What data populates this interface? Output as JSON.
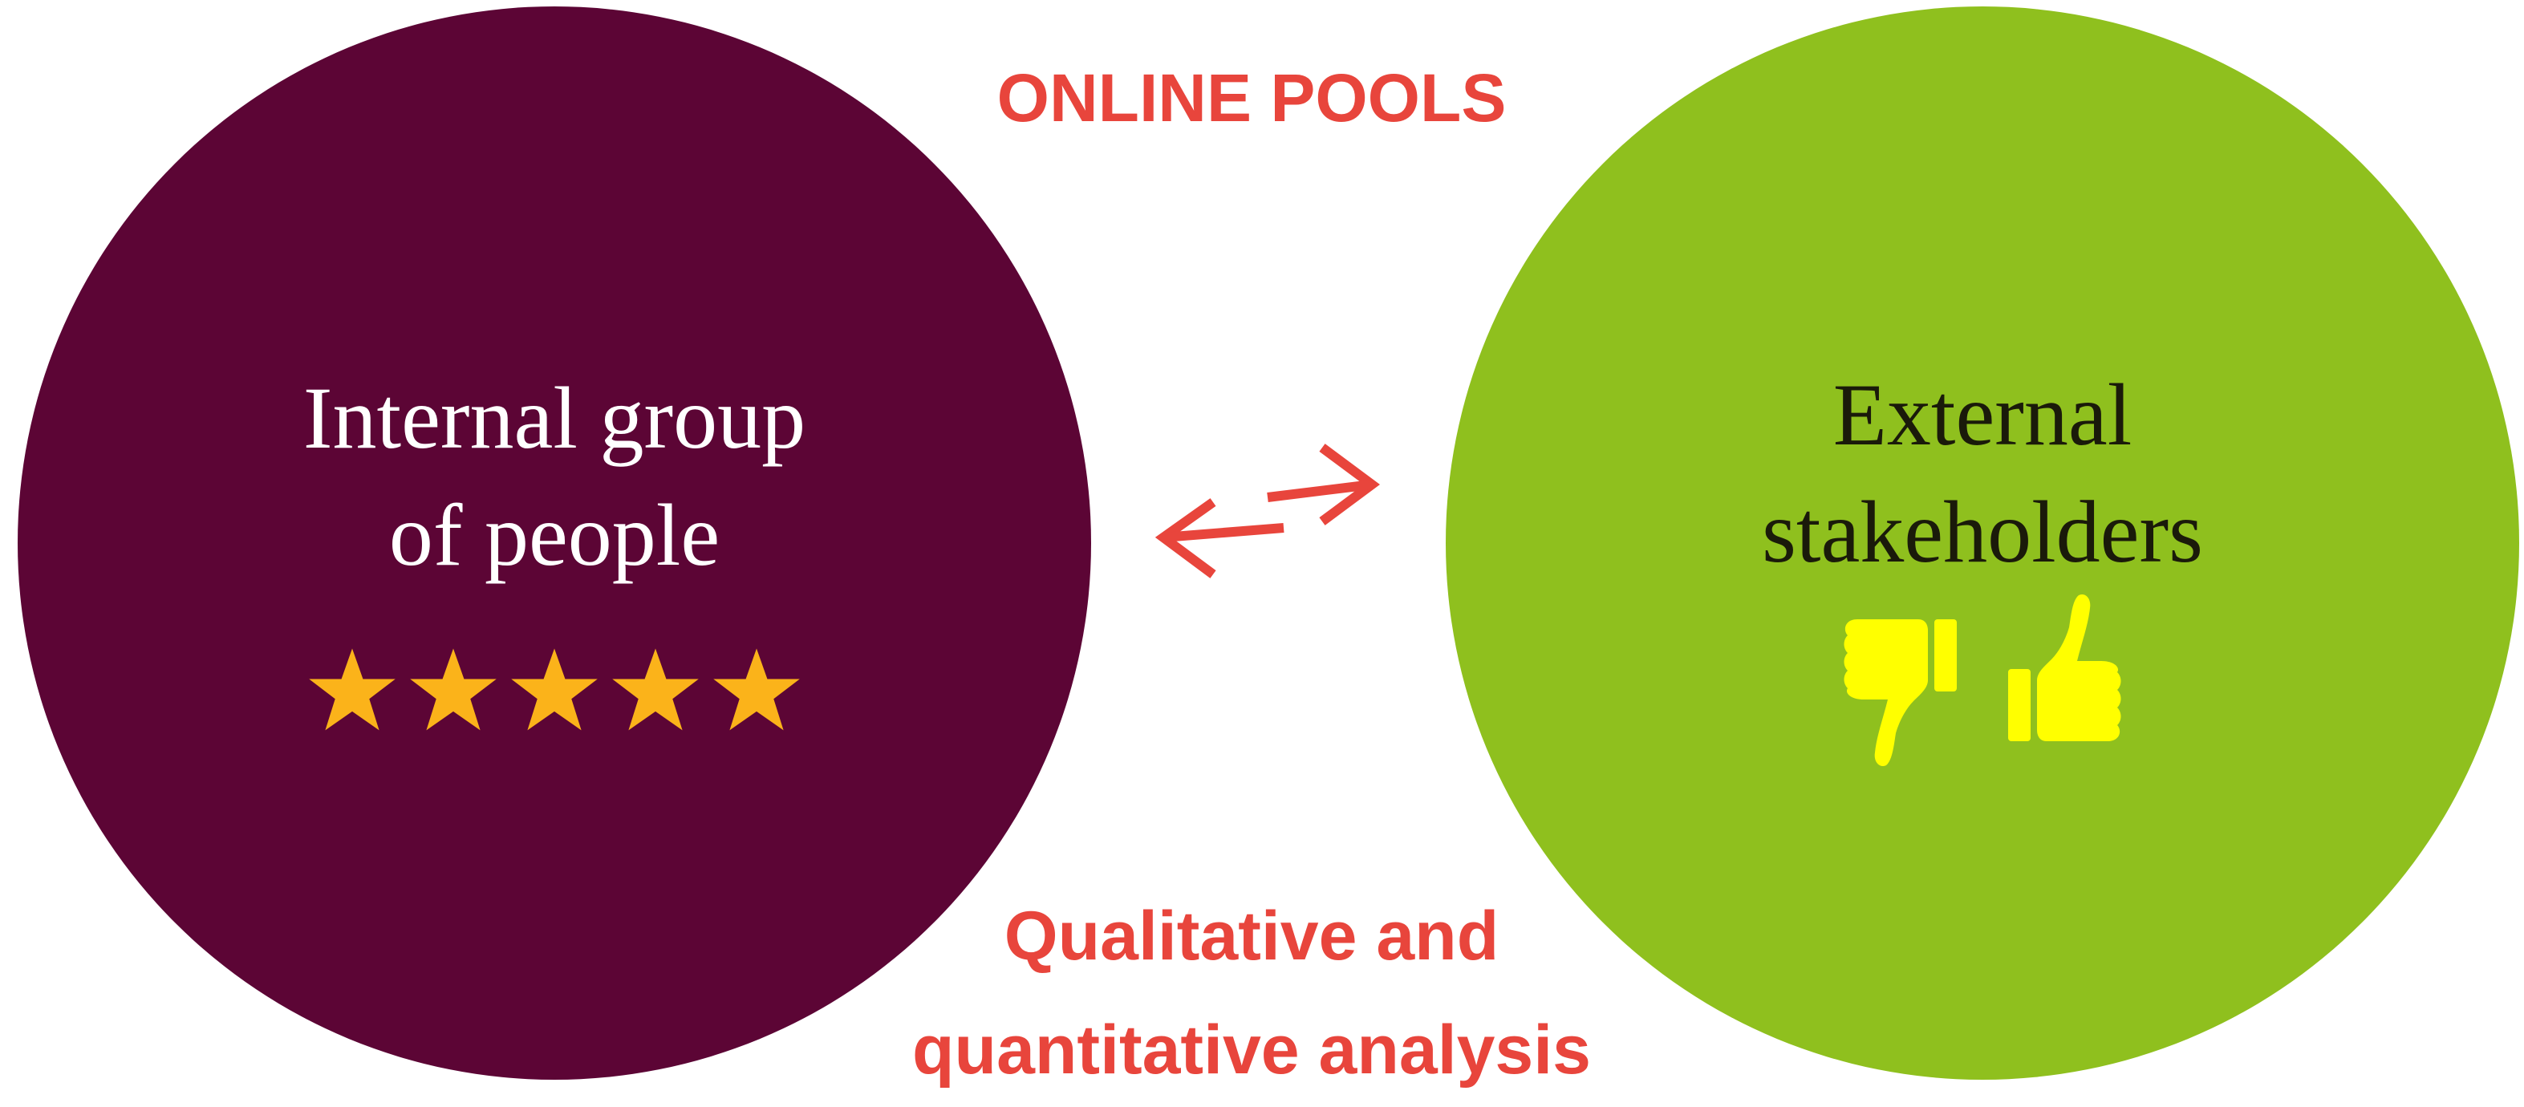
{
  "colors": {
    "left_circle": "#5c0535",
    "right_circle": "#8fc01e",
    "accent_red": "#e8453c",
    "star": "#fbb31a",
    "thumb": "#ffff00"
  },
  "top_title": "ONLINE POOLS",
  "left_circle": {
    "line1": "Internal group",
    "line2": "of people",
    "icons": [
      "star-icon",
      "star-icon",
      "star-icon",
      "star-icon",
      "star-icon"
    ]
  },
  "right_circle": {
    "line1": "External",
    "line2": "stakeholders",
    "icons": [
      "thumbs-down-icon",
      "thumbs-up-icon"
    ]
  },
  "center_icon": "exchange-arrows-icon",
  "bottom_caption": {
    "line1": "Qualitative and",
    "line2": "quantitative analysis"
  }
}
